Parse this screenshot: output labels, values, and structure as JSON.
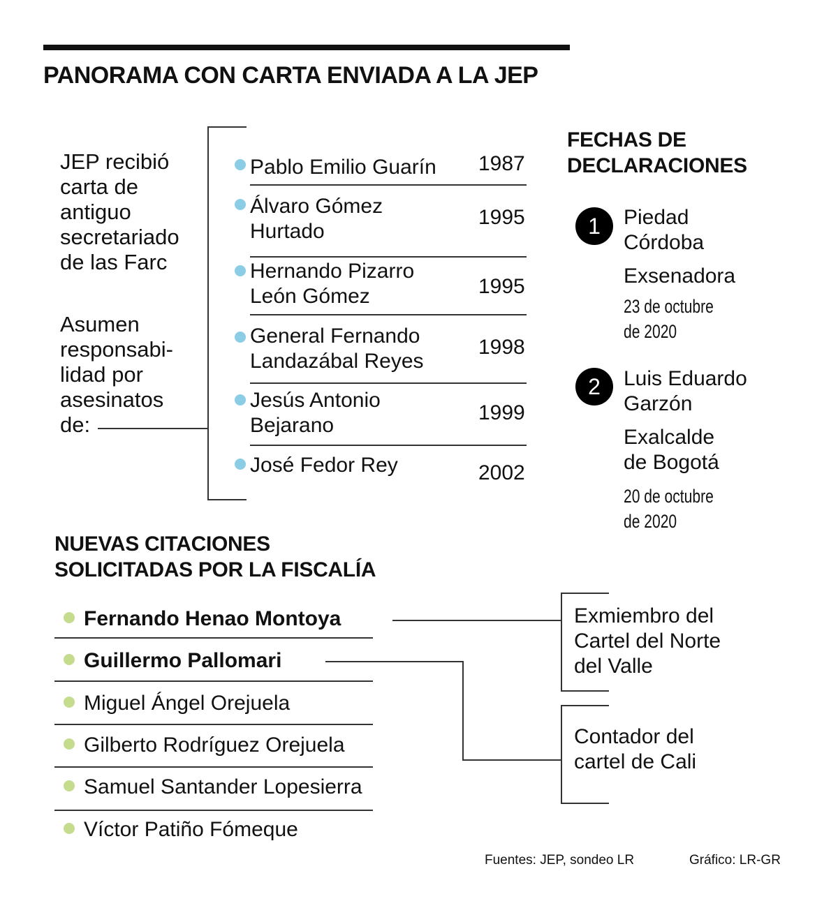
{
  "title": "PANORAMA CON CARTA ENVIADA A LA JEP",
  "colors": {
    "blue_bullet": "#8ccde6",
    "green_bullet": "#c5dc8f"
  },
  "left_text": {
    "intro": [
      "JEP recibió",
      "carta de",
      "antiguo",
      "secretariado",
      "de las Farc"
    ],
    "claim": [
      "Asumen",
      "responsabi-",
      "lidad por",
      "asesinatos",
      "de:"
    ]
  },
  "victims": [
    {
      "name": [
        "Pablo Emilio Guarín"
      ],
      "year": "1987"
    },
    {
      "name": [
        "Álvaro Gómez",
        "Hurtado"
      ],
      "year": "1995"
    },
    {
      "name": [
        "Hernando Pizarro",
        "León Gómez"
      ],
      "year": "1995"
    },
    {
      "name": [
        "General Fernando",
        "Landazábal Reyes"
      ],
      "year": "1998"
    },
    {
      "name": [
        "Jesús Antonio",
        "Bejarano"
      ],
      "year": "1999"
    },
    {
      "name": [
        "José Fedor Rey"
      ],
      "year": "2002"
    }
  ],
  "declarations": {
    "title": [
      "FECHAS DE",
      "DECLARACIONES"
    ],
    "items": [
      {
        "number": "1",
        "name": [
          "Piedad",
          "Córdoba"
        ],
        "role": [
          "Exsenadora"
        ],
        "date": [
          "23 de octubre",
          "de 2020"
        ]
      },
      {
        "number": "2",
        "name": [
          "Luis Eduardo",
          "Garzón"
        ],
        "role": [
          "Exalcalde",
          "de Bogotá"
        ],
        "date": [
          "20 de octubre",
          "de 2020"
        ]
      }
    ]
  },
  "citations": {
    "title": [
      "NUEVAS CITACIONES",
      "SOLICITADAS POR LA FISCALÍA"
    ],
    "items": [
      "Fernando Henao Montoya",
      "Guillermo Pallomari",
      "Miguel Ángel Orejuela",
      "Gilberto Rodríguez Orejuela",
      "Samuel Santander Lopesierra",
      "Víctor Patiño Fómeque"
    ],
    "notes": [
      [
        "Exmiembro del",
        "Cartel del Norte",
        "del Valle"
      ],
      [
        "Contador del",
        "cartel de Cali"
      ]
    ]
  },
  "footer": {
    "sources": "Fuentes: JEP, sondeo LR",
    "credit": "Gráfico: LR-GR"
  }
}
